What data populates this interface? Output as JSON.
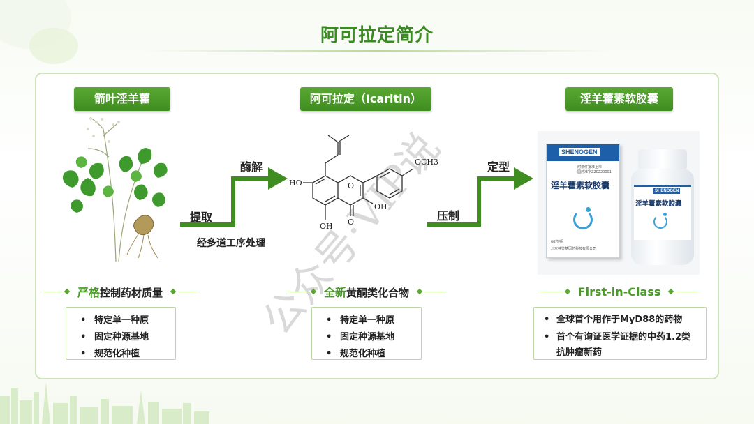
{
  "slide": {
    "title": "阿可拉定简介"
  },
  "sections": [
    {
      "label": "箭叶淫羊藿",
      "feature_prefix": "严格",
      "feature_rest": "控制药材质量",
      "bullets": [
        "特定单一种原",
        "固定种源基地",
        "规范化种植"
      ]
    },
    {
      "label": "阿可拉定（Icaritin）",
      "feature_prefix": "全新",
      "feature_rest": "黄酮类化合物",
      "bullets": [
        "特定单一种原",
        "固定种源基地",
        "规范化种植"
      ]
    },
    {
      "label": "淫羊藿素软胶囊",
      "feature_text": "First-in-Class",
      "bullets": [
        "全球首个用作于MyD88的药物",
        "首个有询证医学证据的中药1.2类抗肿瘤新药"
      ]
    }
  ],
  "process": {
    "step1_low": "提取",
    "step1_high": "酶解",
    "step1_note": "经多道工序处理",
    "step2_low": "压制",
    "step2_high": "定型"
  },
  "molecule": {
    "ho_left": "HO",
    "o_ring": "O",
    "och3": "OCH3",
    "oh_bottom": "OH",
    "o_carbonyl": "O",
    "oh_right": "OH"
  },
  "product": {
    "brand": "SHENOGEN",
    "name": "淫羊藿素软胶囊",
    "small_lines": [
      "附条件批准上市",
      "国药准字Z20220001"
    ],
    "count": "60粒/瓶",
    "maker": "北京神鉴基因药科技有限公司",
    "bottle_brand": "SHENOGEN",
    "bottle_name": "淫羊藿素软胶囊"
  },
  "watermark": {
    "text": "公众号·VIP说"
  },
  "colors": {
    "brand_green": "#3f8d20",
    "light_green": "#cfe4bd",
    "box_blue": "#1d5fa8"
  }
}
